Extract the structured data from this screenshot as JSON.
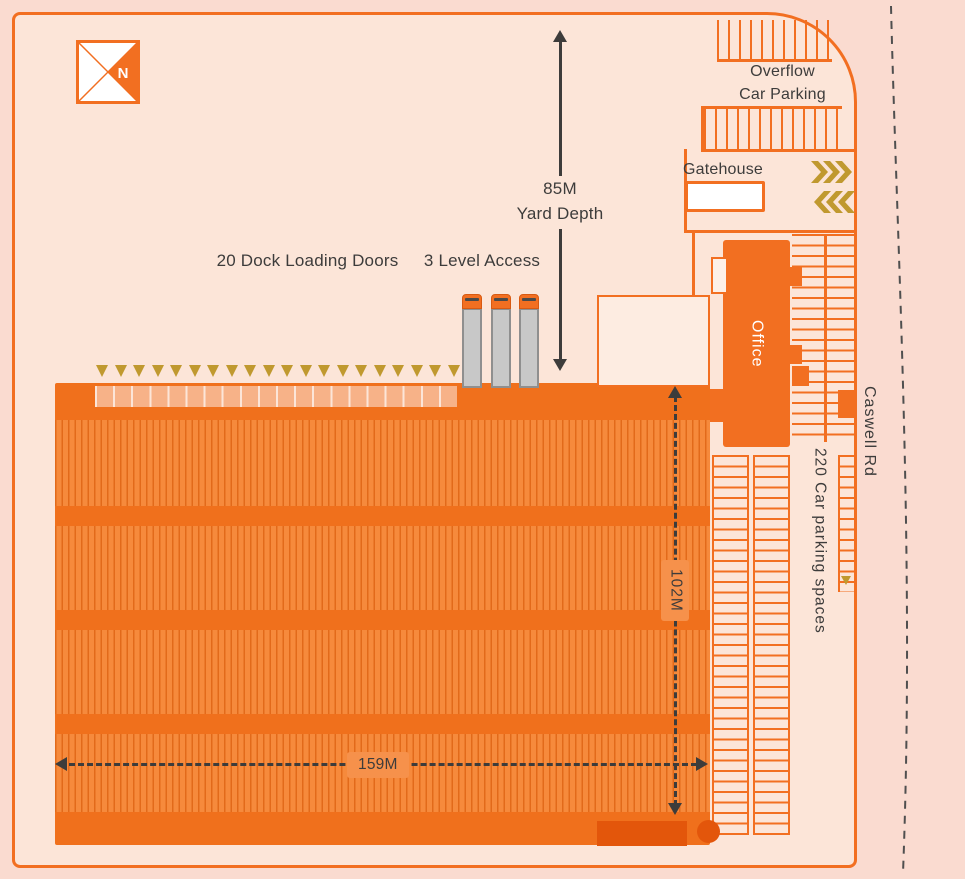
{
  "site": {
    "compass_label": "N",
    "road_name": "Caswell Rd"
  },
  "dimensions": {
    "yard_depth_value": "85M",
    "yard_depth_label": "Yard Depth",
    "building_depth": "102M",
    "building_width": "159M"
  },
  "building": {
    "dock_doors_label": "20 Dock Loading Doors",
    "dock_doors_count": 20,
    "level_access_label": "3 Level Access",
    "level_access_count": 3,
    "office_label": "Office"
  },
  "parking": {
    "overflow_label_line1": "Overflow",
    "overflow_label_line2": "Car Parking",
    "car_spaces_label": "220 Car parking spaces",
    "gatehouse_label": "Gatehouse"
  },
  "colors": {
    "accent": "#f26f21",
    "building": "#f0701c",
    "stripe_base": "#f68a3c",
    "gold": "#c0992f",
    "dark": "#3d3c3b",
    "bg": "#fadbd0",
    "yard": "#fce5d8",
    "dock_strip": "#f7b288",
    "truck_gray": "#c8c8c8"
  }
}
